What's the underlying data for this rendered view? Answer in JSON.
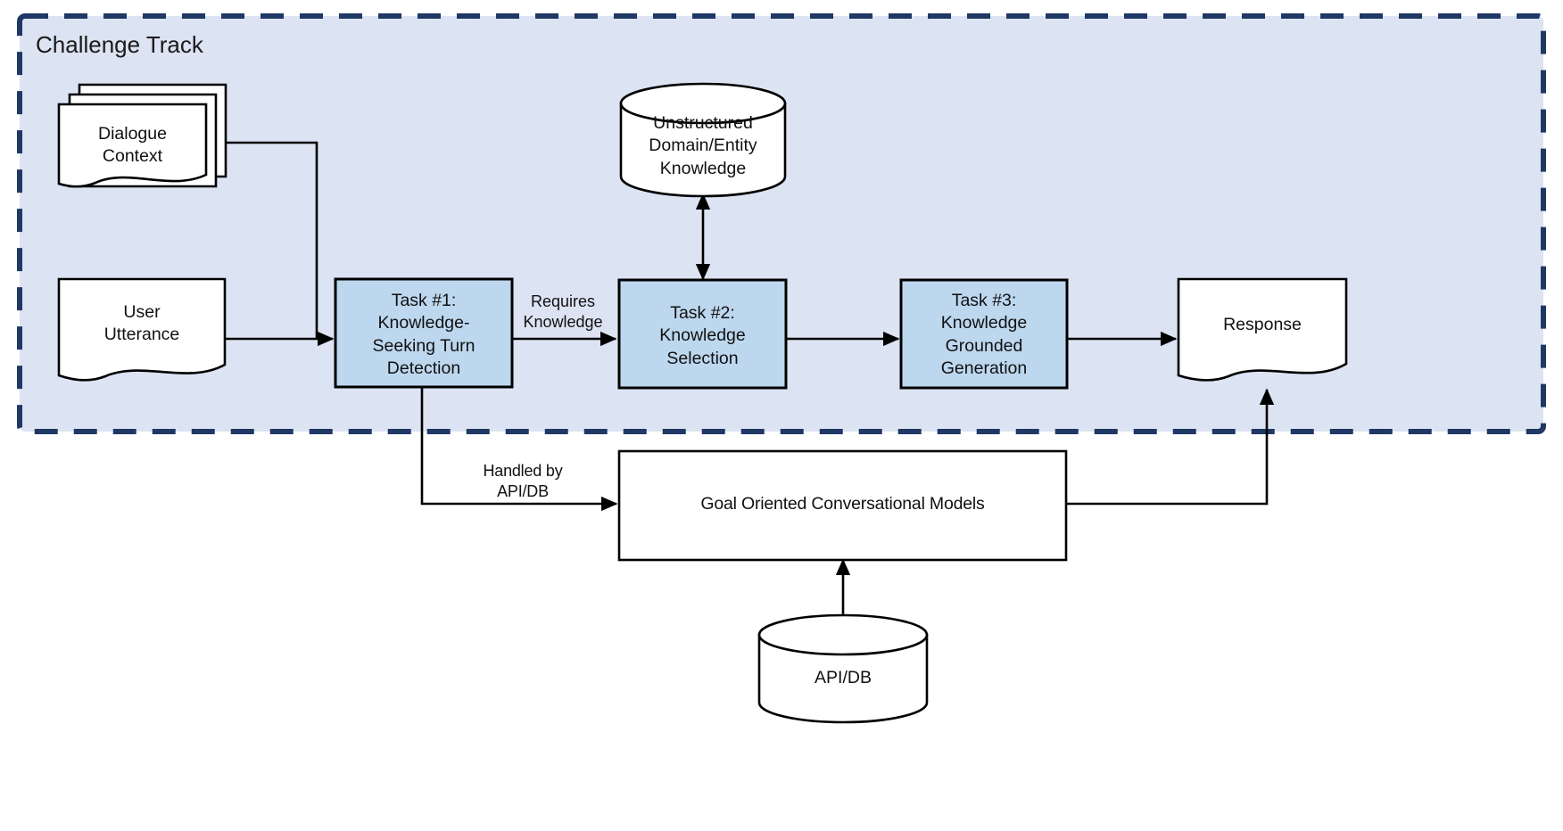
{
  "diagram": {
    "type": "flowchart",
    "title": "Challenge Track",
    "colors": {
      "track_fill": "#dce3f3",
      "track_border": "#1f3864",
      "task_fill": "#bdd7ee",
      "node_fill": "#ffffff",
      "stroke": "#000000",
      "text": "#111111"
    },
    "container": {
      "label": "Challenge Track",
      "style": "dashed-rounded-region"
    },
    "nodes": [
      {
        "id": "dialogue-context",
        "label": "Dialogue\nContext",
        "shape": "multi-document",
        "fill": "#ffffff"
      },
      {
        "id": "user-utterance",
        "label": "User\nUtterance",
        "shape": "document",
        "fill": "#ffffff"
      },
      {
        "id": "task1",
        "label": "Task #1:\nKnowledge-\nSeeking Turn\nDetection",
        "shape": "rectangle",
        "fill": "#bdd7ee"
      },
      {
        "id": "knowledge-store",
        "label": "Unstructured\nDomain/Entity\nKnowledge",
        "shape": "cylinder",
        "fill": "#ffffff"
      },
      {
        "id": "task2",
        "label": "Task #2:\nKnowledge\nSelection",
        "shape": "rectangle",
        "fill": "#bdd7ee"
      },
      {
        "id": "task3",
        "label": "Task #3:\nKnowledge\nGrounded\nGeneration",
        "shape": "rectangle",
        "fill": "#bdd7ee"
      },
      {
        "id": "response",
        "label": "Response",
        "shape": "document",
        "fill": "#ffffff"
      },
      {
        "id": "gocm",
        "label": "Goal Oriented Conversational Models",
        "shape": "rectangle",
        "fill": "#ffffff"
      },
      {
        "id": "apidb",
        "label": "API/DB",
        "shape": "cylinder",
        "fill": "#ffffff"
      }
    ],
    "edges": [
      {
        "from": "dialogue-context",
        "to": "task1",
        "label": "",
        "arrow": "single"
      },
      {
        "from": "user-utterance",
        "to": "task1",
        "label": "",
        "arrow": "single"
      },
      {
        "from": "task1",
        "to": "task2",
        "label": "Requires\nKnowledge",
        "arrow": "single"
      },
      {
        "from": "knowledge-store",
        "to": "task2",
        "label": "",
        "arrow": "double"
      },
      {
        "from": "task2",
        "to": "task3",
        "label": "",
        "arrow": "single"
      },
      {
        "from": "task3",
        "to": "response",
        "label": "",
        "arrow": "single"
      },
      {
        "from": "task1",
        "to": "gocm",
        "label": "Handled by\nAPI/DB",
        "arrow": "single"
      },
      {
        "from": "gocm",
        "to": "apidb",
        "label": "",
        "arrow": "double"
      },
      {
        "from": "gocm",
        "to": "response",
        "label": "",
        "arrow": "single"
      }
    ],
    "edge_labels": {
      "requires_knowledge": "Requires\nKnowledge",
      "handled_by_api_db": "Handled by\nAPI/DB"
    }
  }
}
